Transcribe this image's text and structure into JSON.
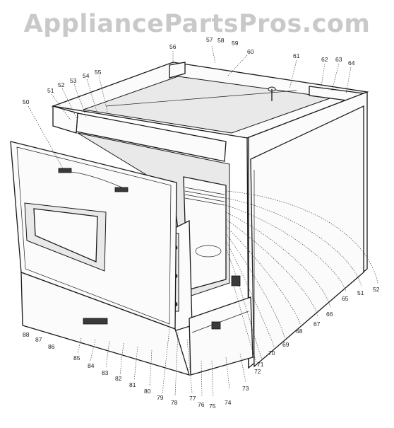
{
  "watermark": "AppliancePartsPros.com",
  "callouts": [
    "56",
    "57",
    "58",
    "59",
    "60",
    "61",
    "62",
    "63",
    "64",
    "50",
    "51",
    "52",
    "53",
    "54",
    "55",
    "52",
    "51",
    "65",
    "66",
    "67",
    "68",
    "69",
    "70",
    "71",
    "72",
    "73",
    "74",
    "75",
    "76",
    "77",
    "78",
    "79",
    "80",
    "81",
    "82",
    "83",
    "84",
    "85",
    "86",
    "87",
    "88"
  ]
}
